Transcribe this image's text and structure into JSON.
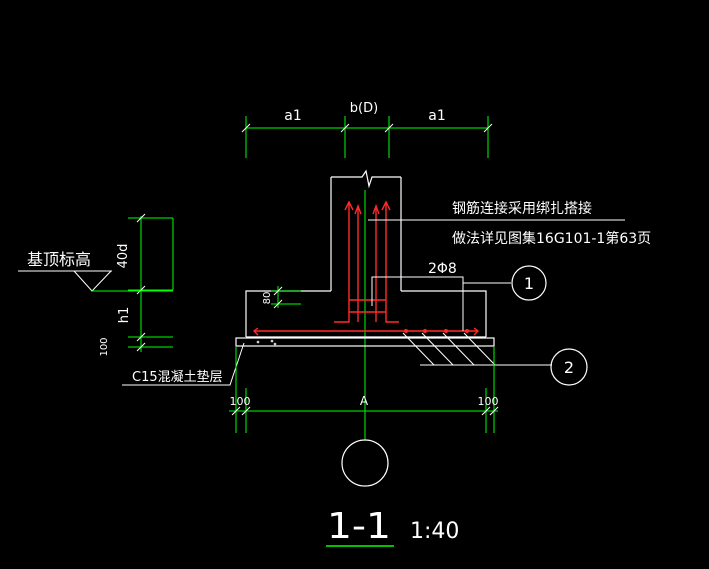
{
  "colors": {
    "background": "#000000",
    "dimension": "#00ff00",
    "outline": "#ffffff",
    "rebar": "#ff2a2a",
    "text": "#ffffff"
  },
  "dimensions": {
    "top_left": "a1",
    "top_center": "b(D)",
    "top_right": "a1",
    "left_top": "40d",
    "left_middle": "h1",
    "left_bottom": "100",
    "left_small": "80",
    "bottom_left": "100",
    "bottom_center": "A",
    "bottom_right": "100"
  },
  "annotations": {
    "splice_note_line1": "钢筋连接采用绑扎搭接",
    "splice_note_line2": "做法详见图集16G101-1第63页",
    "stirrup": "2Φ8",
    "foundation_top_elevation": "基顶标高",
    "cushion_layer": "C15混凝土垫层"
  },
  "callouts": {
    "one": "1",
    "two": "2"
  },
  "section": {
    "label": "1-1",
    "scale": "1:40"
  }
}
